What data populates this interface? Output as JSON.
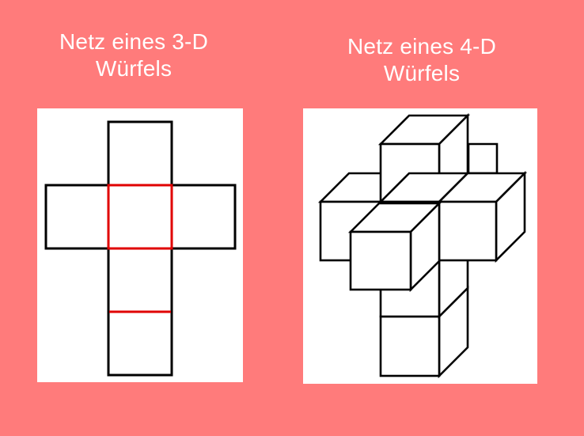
{
  "background_color": "#ff7b7b",
  "left_figure": {
    "title_line1": "Netz eines 3-D",
    "title_line2": "Würfels",
    "outline_color": "#000000",
    "highlight_color": "#e00000"
  },
  "right_figure": {
    "title_line1": "Netz eines 4-D",
    "title_line2": "Würfels",
    "outline_color": "#000000"
  }
}
